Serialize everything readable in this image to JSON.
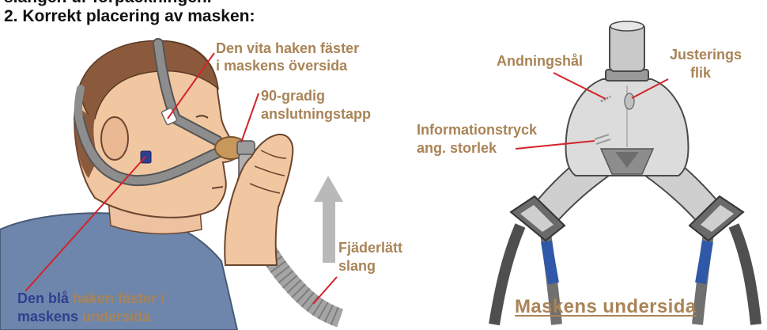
{
  "page": {
    "cut_line": "slangen ur förpackningen.",
    "title": "2. Korrekt placering av masken:"
  },
  "left_figure": {
    "white_hook": {
      "line1": "Den vita haken fäster",
      "line2": "i maskens översida"
    },
    "elbow": {
      "line1": "90-gradig",
      "line2": "anslutningstapp"
    },
    "tube": {
      "line1": "Fjäderlätt",
      "line2": "slang"
    },
    "blue_hook": {
      "part1": "Den blå",
      "part2": "haken fäster i",
      "part3": "maskens",
      "part4": "undersida"
    },
    "arrow_icon": "arrow-up-icon"
  },
  "right_figure": {
    "breathing_holes": "Andningshål",
    "adjust_tab": {
      "line1": "Justerings",
      "line2": "flik"
    },
    "size_info": {
      "line1": "Informationstryck",
      "line2": "ang. storlek"
    },
    "caption": "Maskens undersida"
  },
  "colors": {
    "label": "#a98457",
    "blue": "#2f3f8f",
    "leader": "#d2232a",
    "title": "#111111"
  }
}
